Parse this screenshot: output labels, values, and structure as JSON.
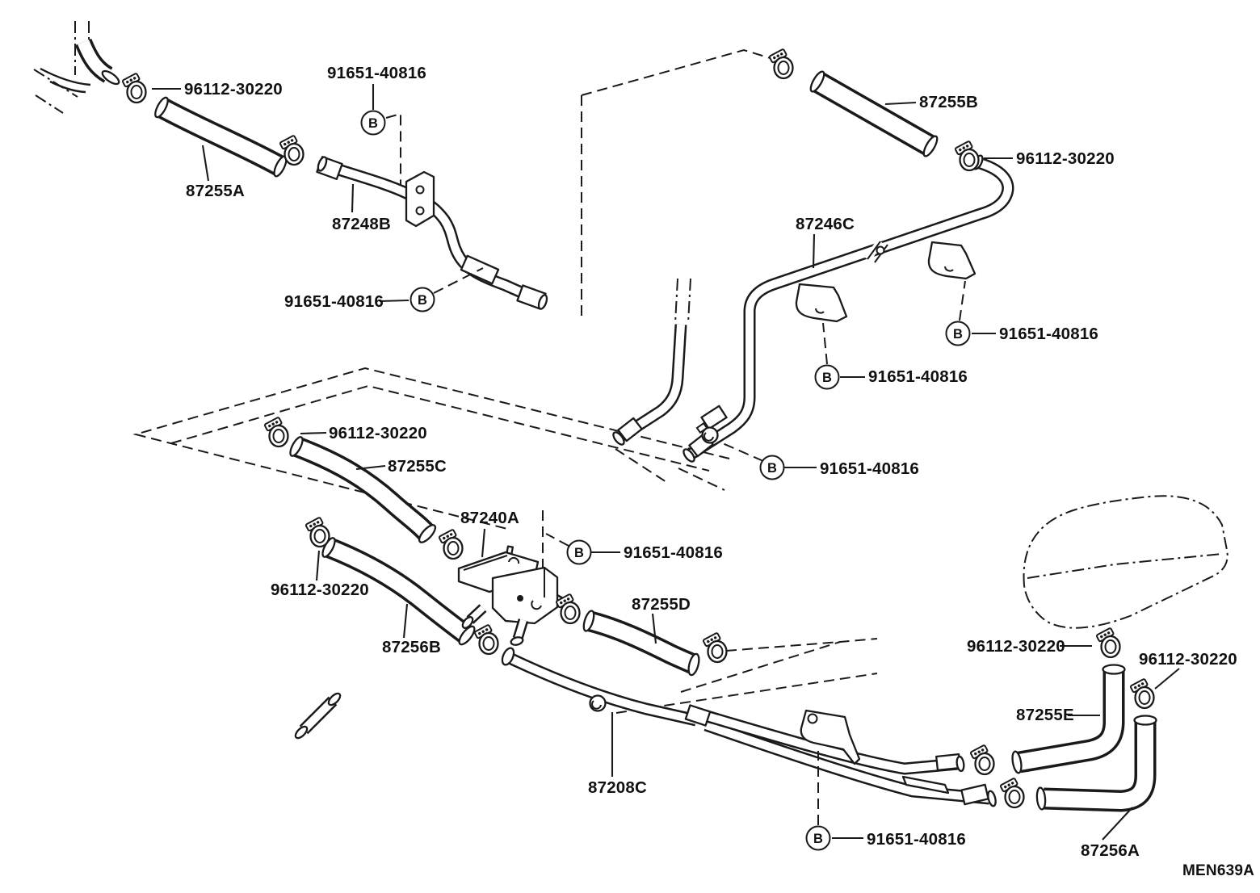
{
  "diagram": {
    "code": "MEN639A",
    "callout_letter": "B",
    "labels": [
      {
        "id": "clamp-top-left",
        "text": "96112-30220"
      },
      {
        "id": "screw-top",
        "text": "91651-40816"
      },
      {
        "id": "hose-87255a",
        "text": "87255A"
      },
      {
        "id": "pipe-87248b",
        "text": "87248B"
      },
      {
        "id": "screw-mid-left",
        "text": "91651-40816"
      },
      {
        "id": "hose-87255b",
        "text": "87255B"
      },
      {
        "id": "clamp-top-right",
        "text": "96112-30220"
      },
      {
        "id": "pipe-87246c",
        "text": "87246C"
      },
      {
        "id": "screw-right-upper",
        "text": "91651-40816"
      },
      {
        "id": "screw-right-lower",
        "text": "91651-40816"
      },
      {
        "id": "screw-center",
        "text": "91651-40816"
      },
      {
        "id": "clamp-center",
        "text": "96112-30220"
      },
      {
        "id": "hose-87255c",
        "text": "87255C"
      },
      {
        "id": "valve-87240a",
        "text": "87240A"
      },
      {
        "id": "screw-valve",
        "text": "91651-40816"
      },
      {
        "id": "hose-87255d",
        "text": "87255D"
      },
      {
        "id": "clamp-lower-left",
        "text": "96112-30220"
      },
      {
        "id": "hose-87256b",
        "text": "87256B"
      },
      {
        "id": "pipe-87208c",
        "text": "87208C"
      },
      {
        "id": "screw-bottom",
        "text": "91651-40816"
      },
      {
        "id": "clamp-bottom-right-1",
        "text": "96112-30220"
      },
      {
        "id": "clamp-bottom-right-2",
        "text": "96112-30220"
      },
      {
        "id": "hose-87255e",
        "text": "87255E"
      },
      {
        "id": "hose-87256a",
        "text": "87256A"
      }
    ]
  }
}
